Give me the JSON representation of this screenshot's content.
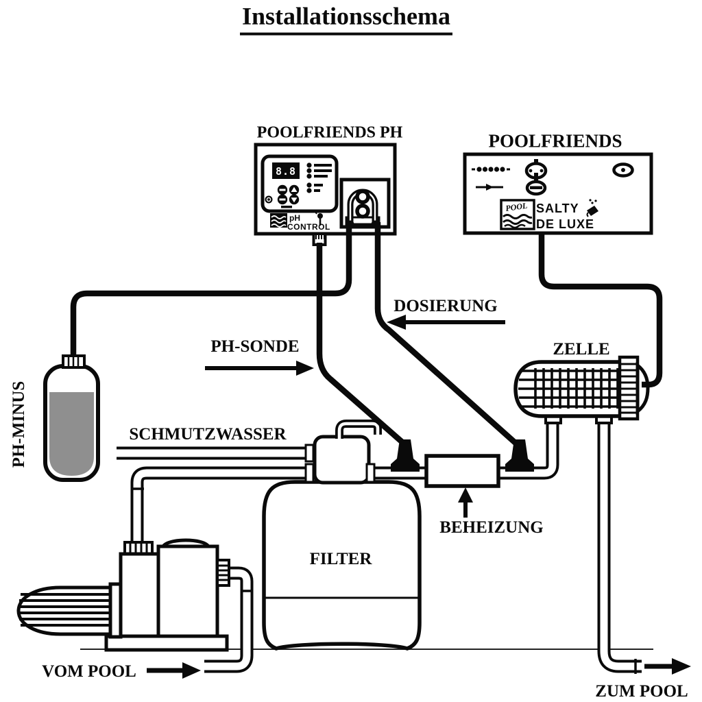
{
  "title": "Installationsschema",
  "colors": {
    "ink": "#0a0a0a",
    "liquid_fill": "#8f8f8f",
    "background": "#ffffff"
  },
  "ph_controller": {
    "label": "POOLFRIENDS PH",
    "display_value": "8.8",
    "brand_line1": "pH",
    "brand_line2": "CONTROL"
  },
  "salt_system": {
    "label": "POOLFRIENDS",
    "brand_line1": "SALTY",
    "brand_line2": "DE LUXE",
    "logo_text": "POOL"
  },
  "flow_labels": {
    "dosing": "DOSIERUNG",
    "ph_probe": "PH-SONDE",
    "cell": "ZELLE",
    "acid_canister": "PH-MINUS",
    "waste_water": "SCHMUTZWASSER",
    "filter": "FILTER",
    "heating": "BEHEIZUNG",
    "from_pool": "VOM POOL",
    "to_pool": "ZUM POOL"
  },
  "icons": {
    "arrows": [
      "ph-probe-arrow",
      "dosing-arrow",
      "heating-arrow",
      "from-pool-arrow",
      "to-pool-arrow"
    ],
    "controller_panel": [
      "seven-segment-display",
      "status-leds",
      "minus-button",
      "up-button",
      "down-button",
      "power-button",
      "bnc-plug",
      "wave-logo"
    ],
    "salt_panel": [
      "dots-indicator",
      "slider-control",
      "clamp-fittings",
      "sight-glass",
      "salt-shaker",
      "wave-logo"
    ]
  }
}
